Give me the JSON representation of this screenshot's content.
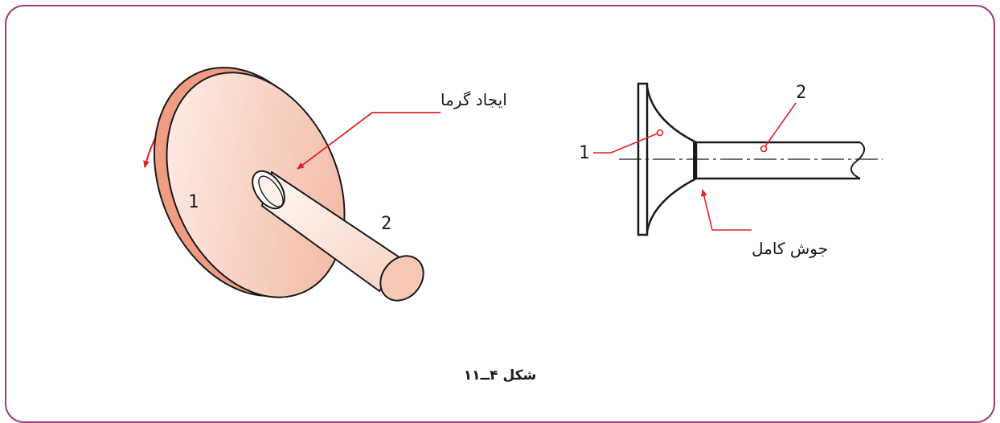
{
  "figure": {
    "caption": "شکل ۴ــ۱۱",
    "left_view": {
      "part_1_label": "1",
      "part_2_label": "2",
      "heat_label": "ایجاد گرما"
    },
    "right_view": {
      "part_1_label": "1",
      "part_2_label": "2",
      "weld_label": "جوش کامل"
    }
  },
  "colors": {
    "frame": "#a23a7f",
    "leader": "#e0222a",
    "disc_fill_start": "#fde8df",
    "disc_fill_end": "#f2b39d",
    "rim": "#e8957a",
    "outline": "#1a1a1a"
  }
}
